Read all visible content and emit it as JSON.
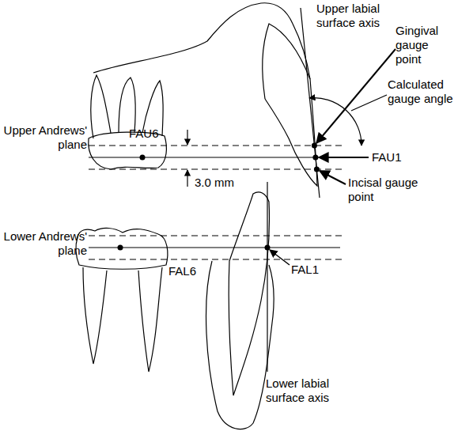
{
  "diagram": {
    "labels": [
      "Upper labial surface axis",
      "Gingival gauge point",
      "Calculated gauge angle",
      "FAU6",
      "Upper Andrews' plane",
      "3.0 mm",
      "FAU1",
      "Incisal gauge point",
      "Lower Andrews' plane",
      "FAL6",
      "FAL1",
      "Lower labial surface axis"
    ]
  }
}
